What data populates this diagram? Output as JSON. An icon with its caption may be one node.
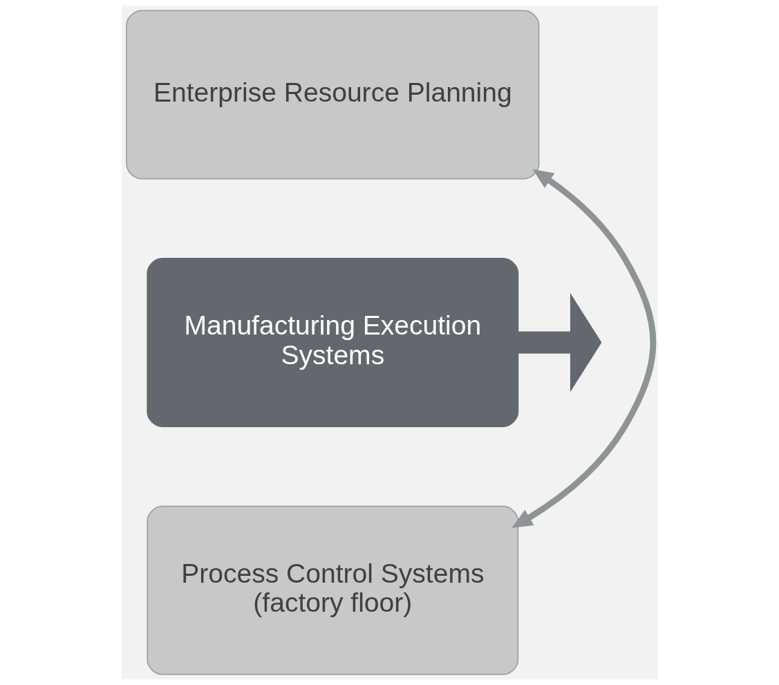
{
  "diagram": {
    "nodes": [
      {
        "text": [
          "Enterprise Resource Planning"
        ]
      },
      {
        "text": [
          "Manufacturing Execution Systems"
        ]
      },
      {
        "text": [
          "Process Control Systems (factory floor)"
        ]
      }
    ],
    "edges": [
      {
        "from": 0,
        "to": 2,
        "arrow": "both",
        "color": "#8e9396"
      },
      {
        "from": 1,
        "to": null,
        "arrow": "to",
        "style": "thick",
        "color": "#63686e"
      }
    ]
  }
}
